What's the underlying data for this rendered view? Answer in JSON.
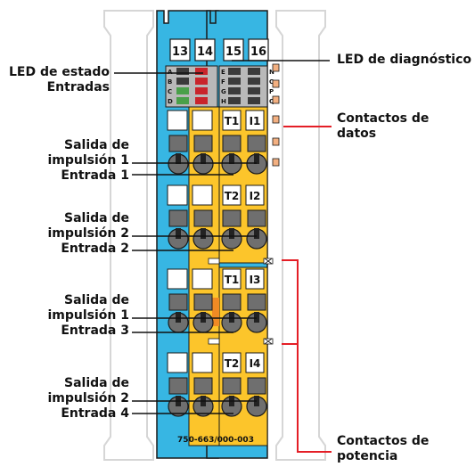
{
  "title": "",
  "terminals": [
    "13",
    "14",
    "15",
    "16"
  ],
  "led_letters_left": [
    "A",
    "B",
    "C",
    "D"
  ],
  "led_letters_mid": [
    "E",
    "F",
    "G",
    "H"
  ],
  "led_letters_right": [
    "N",
    "O",
    "P",
    "Q"
  ],
  "channel_labels": {
    "ch1_t": "T1",
    "ch1_i": "I1",
    "ch2_t": "T2",
    "ch2_i": "I2",
    "ch3_t": "T1",
    "ch3_i": "I3",
    "ch4_t": "T2",
    "ch4_i": "I4"
  },
  "part_number": "750-663/000-003",
  "labels": {
    "led_status": [
      "LED de estado",
      "Entradas"
    ],
    "led_diag": [
      "LED de diagnóstico"
    ],
    "data_contacts": [
      "Contactos de",
      "datos"
    ],
    "pulse_out_1": [
      "Salida de",
      "impulsión 1",
      "Entrada 1"
    ],
    "pulse_out_2": [
      "Salida de",
      "impulsión 2",
      "Entrada 2"
    ],
    "pulse_out_3": [
      "Salida de",
      "impulsión 1",
      "Entrada 3"
    ],
    "pulse_out_4": [
      "Salida de",
      "impulsión 2",
      "Entrada 4"
    ],
    "power_contacts": [
      "Contactos de",
      "potencia"
    ]
  },
  "colors": {
    "module_blue": "#37b6e3",
    "module_yellow": "#fcc52b",
    "slot_gray": "#6f6f6f",
    "leader_red": "#e41e26",
    "outline": "#1a1a1a",
    "rail_gray": "#d6d6d6"
  }
}
